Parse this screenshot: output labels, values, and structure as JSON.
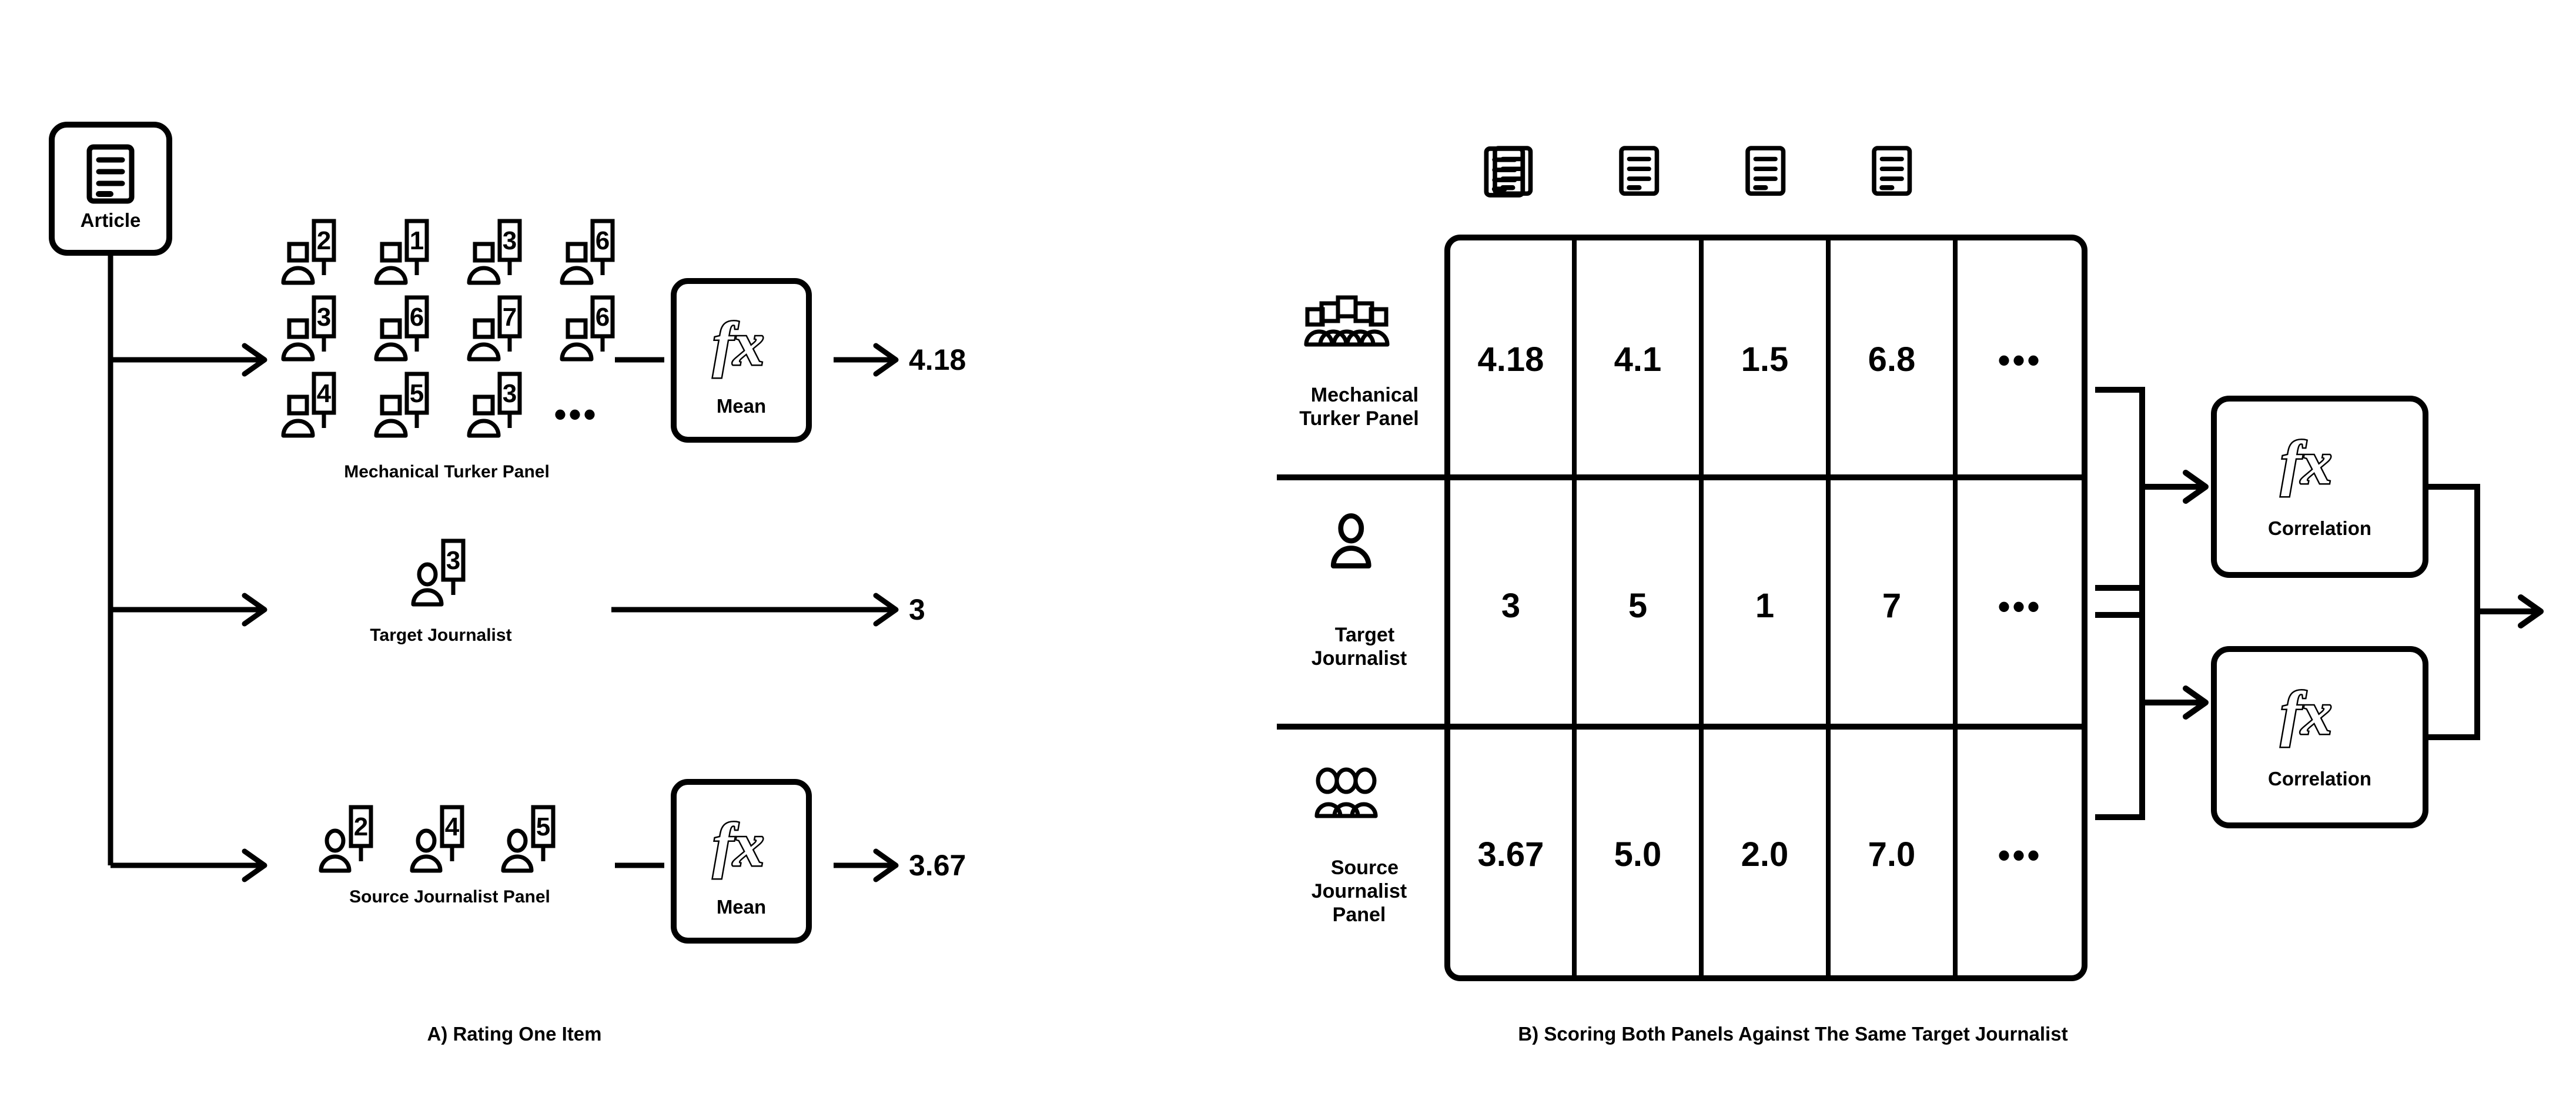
{
  "figure": {
    "panel_a_caption": "A) Rating One Item",
    "panel_b_caption": "B) Scoring Both Panels Against The Same Target Journalist"
  },
  "panel_a": {
    "source_node": {
      "label": "Article",
      "icon": "article-icon"
    },
    "branches": [
      {
        "id": "mechanical-turker-panel",
        "label": "Mechanical Turker Panel",
        "icon": "turker-person-icon",
        "ratings": [
          [
            "2",
            "1",
            "3",
            "6"
          ],
          [
            "3",
            "6",
            "7",
            "6"
          ],
          [
            "4",
            "5",
            "3"
          ]
        ],
        "ellipsis": "•••",
        "operator": {
          "label": "Mean",
          "icon": "fx-icon"
        },
        "result": "4.18"
      },
      {
        "id": "target-journalist",
        "label": "Target Journalist",
        "icon": "journalist-person-icon",
        "ratings": [
          [
            "3"
          ]
        ],
        "operator": null,
        "result": "3"
      },
      {
        "id": "source-journalist-panel",
        "label": "Source Journalist Panel",
        "icon": "journalist-person-icon",
        "ratings": [
          [
            "2",
            "4",
            "5"
          ]
        ],
        "operator": {
          "label": "Mean",
          "icon": "fx-icon"
        },
        "result": "3.67"
      }
    ]
  },
  "panel_b": {
    "column_header_icon": "article-icon",
    "column_count": 4,
    "table": {
      "rows": [
        {
          "id": "row-mechanical-turker-panel",
          "label": "Mechanical\nTurker Panel",
          "icon": "crowd-icon",
          "values": [
            "4.18",
            "4.1",
            "1.5",
            "6.8"
          ],
          "ellipsis": "•••"
        },
        {
          "id": "row-target-journalist",
          "label": "Target\nJournalist",
          "icon": "journalist-person-icon",
          "values": [
            "3",
            "5",
            "1",
            "7"
          ],
          "ellipsis": "•••"
        },
        {
          "id": "row-source-journalist-panel",
          "label": "Source\nJournalist\nPanel",
          "icon": "group-three-icon",
          "values": [
            "3.67",
            "5.0",
            "2.0",
            "7.0"
          ],
          "ellipsis": "•••"
        }
      ]
    },
    "operators": [
      {
        "id": "correlation-top",
        "label": "Correlation",
        "icon": "fx-icon"
      },
      {
        "id": "correlation-bottom",
        "label": "Correlation",
        "icon": "fx-icon"
      }
    ]
  },
  "colors": {
    "stroke": "#000000",
    "background": "#ffffff"
  }
}
